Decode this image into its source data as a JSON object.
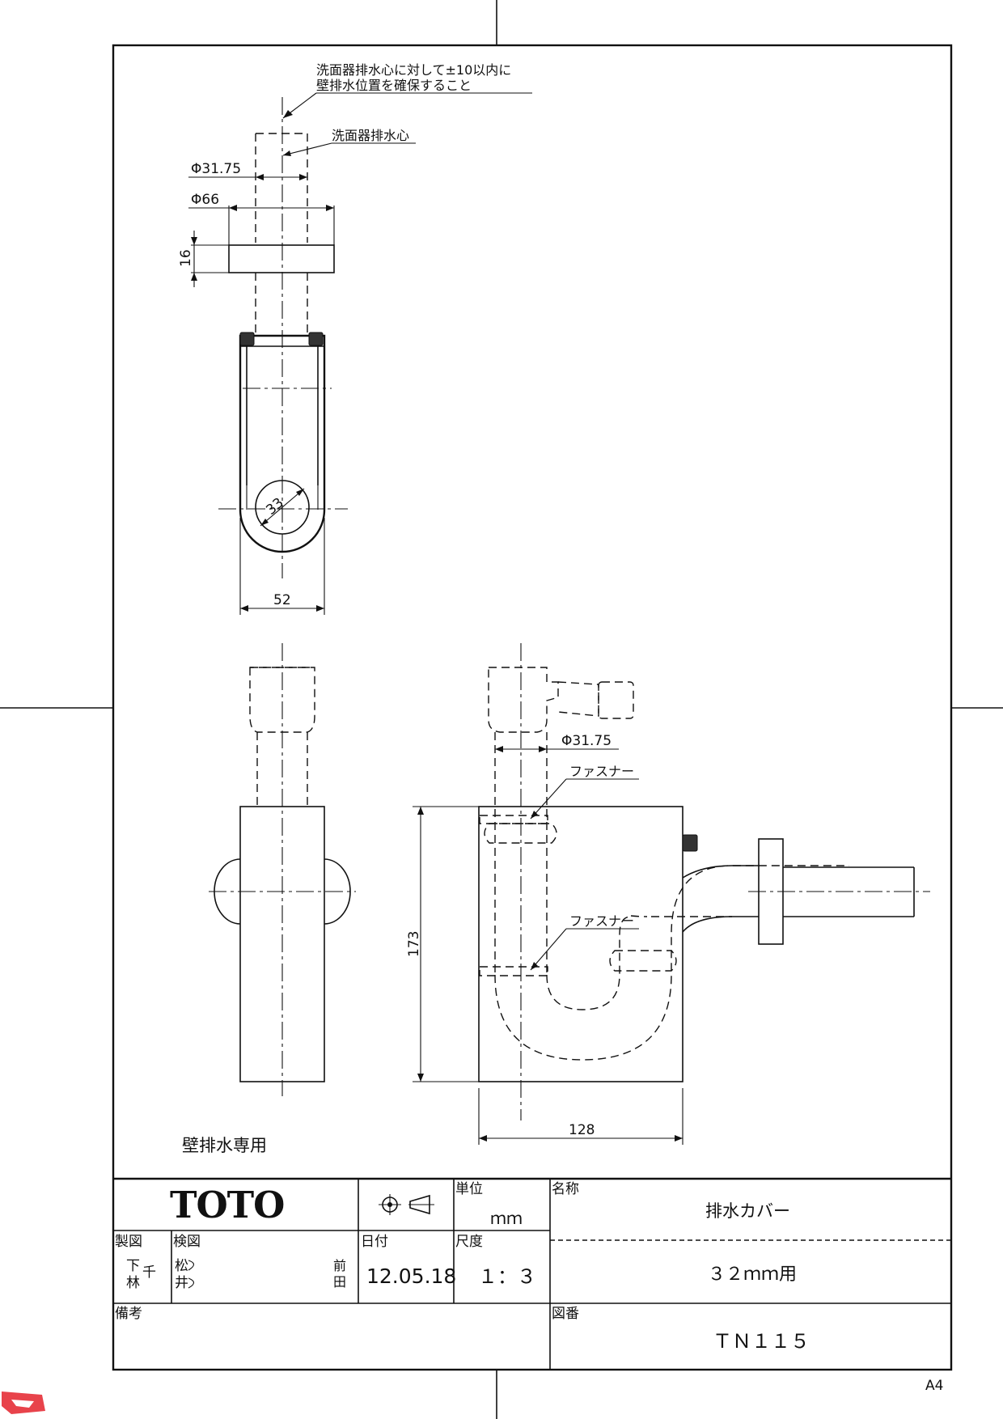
{
  "drawing": {
    "note_line1": "洗面器排水心に対して±10以内に",
    "note_line2": "壁排水位置を確保すること",
    "drain_center_label": "洗面器排水心",
    "dim_phi3175_top": "Φ31.75",
    "dim_phi66": "Φ66",
    "dim_16": "16",
    "dim_33": "33",
    "dim_52": "52",
    "dim_phi3175_side": "Φ31.75",
    "fastener_1": "ファスナー",
    "fastener_2": "ファスナー",
    "dim_173": "173",
    "dim_128": "128",
    "wall_drain_only": "壁排水専用"
  },
  "title_block": {
    "logo": "TOTO",
    "unit_label": "単位",
    "unit_value": "ｍｍ",
    "name_label": "名称",
    "name_value": "排水カバー",
    "name_sub": "３２ｍｍ用",
    "made_label": "製図",
    "check_label": "検図",
    "date_label": "日付",
    "date_value": "12.05.18",
    "scale_label": "尺度",
    "scale_value": "１：３",
    "remarks_label": "備考",
    "drawing_no_label": "図番",
    "drawing_no_value": "ＴＮ１１５",
    "made_stamp_a": "下",
    "made_stamp_b": "林",
    "made_stamp_c": "千",
    "check_stamp_a": "松",
    "check_stamp_b": "井",
    "approve_stamp_a": "前",
    "approve_stamp_b": "田"
  },
  "paper_size": "A4"
}
